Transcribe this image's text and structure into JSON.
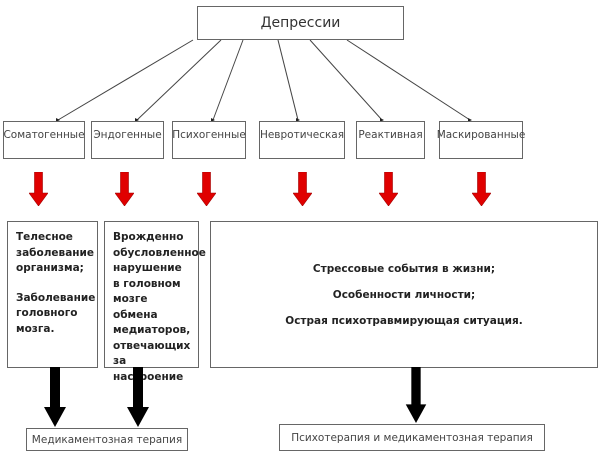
{
  "title": "Депрессии",
  "types": [
    {
      "label": "Соматогенные"
    },
    {
      "label": "Эндогенные"
    },
    {
      "label": "Психогенные"
    },
    {
      "label": "Невротическая"
    },
    {
      "label": "Реактивная"
    },
    {
      "label": "Маскированные"
    }
  ],
  "causes": {
    "somatogenic": [
      "Телесное заболевание организма;",
      "Заболевание головного мозга."
    ],
    "endogenous": "Врожденно обусловленное нарушение в головном мозге обмена медиаторов, отвечающих за настроение",
    "psychogenic": [
      "Стрессовые события в жизни;",
      "Особенности личности;",
      "Острая психотравмирующая ситуация."
    ]
  },
  "outcomes": {
    "medication": "Медикаментозная терапия",
    "psychotherapy_and_medication": "Психотерапия и медикаментозная терапия"
  },
  "colors": {
    "red_arrow": "#e00000",
    "black_arrow": "#000000",
    "border": "#666666"
  }
}
